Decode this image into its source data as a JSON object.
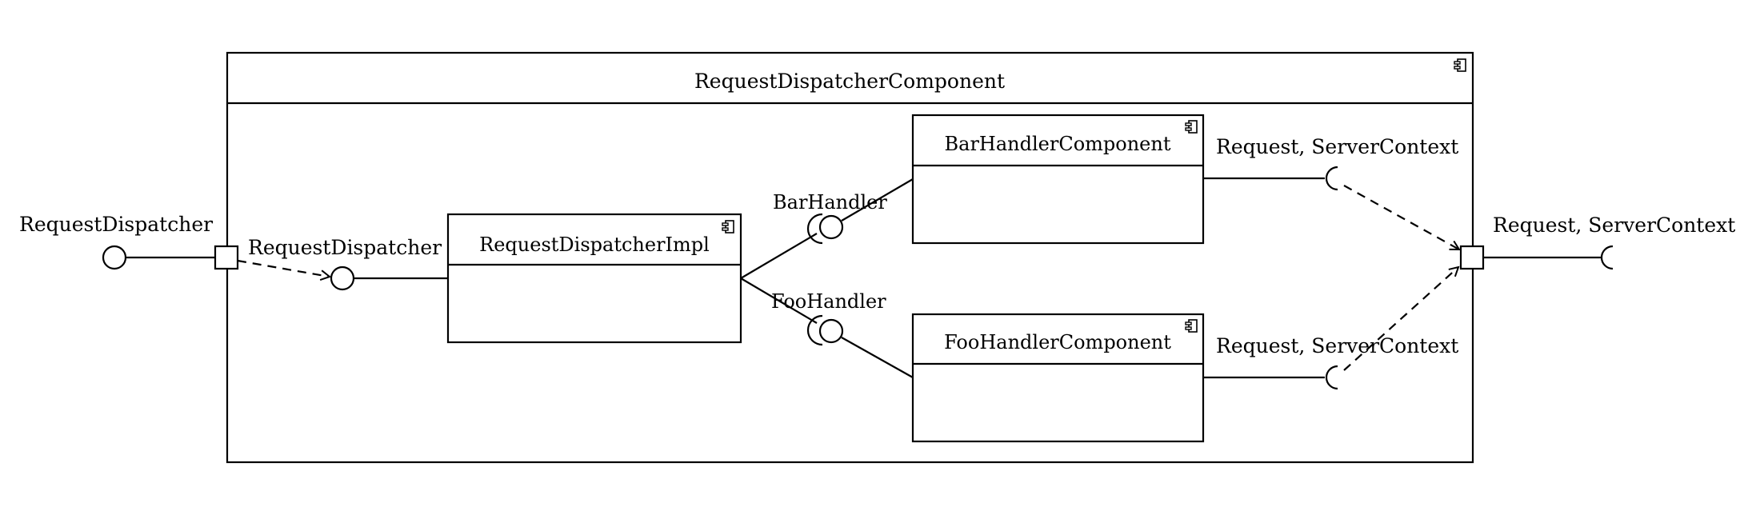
{
  "diagram": {
    "outer_component": {
      "title": "RequestDispatcherComponent",
      "icon": "component-icon"
    },
    "impl_component": {
      "title": "RequestDispatcherImpl",
      "icon": "component-icon"
    },
    "bar_component": {
      "title": "BarHandlerComponent",
      "icon": "component-icon"
    },
    "foo_component": {
      "title": "FooHandlerComponent",
      "icon": "component-icon"
    },
    "labels": {
      "left_provided_interface": "RequestDispatcher",
      "inner_provided_interface": "RequestDispatcher",
      "bar_handler_interface": "BarHandler",
      "foo_handler_interface": "FooHandler",
      "bar_required_interface": "Request, ServerContext",
      "foo_required_interface": "Request, ServerContext",
      "right_required_interface": "Request, ServerContext"
    }
  }
}
